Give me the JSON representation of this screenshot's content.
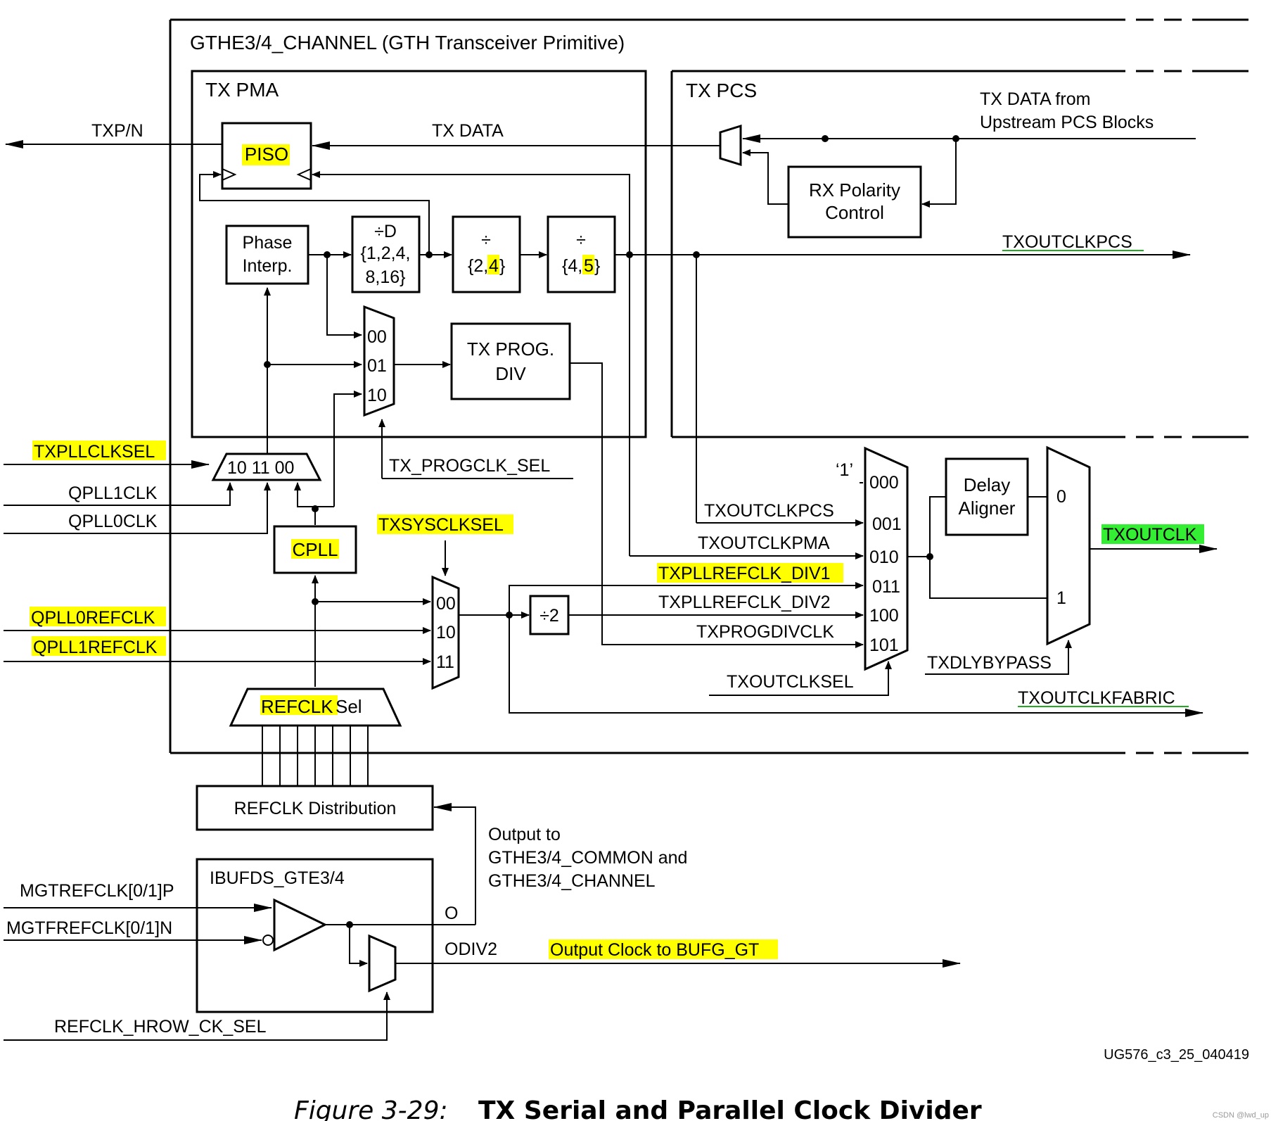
{
  "colors": {
    "line": "#000000",
    "highlight_yellow": "#ffff00",
    "highlight_green": "#33ee33",
    "underline_green": "#22aa22"
  },
  "labels": {
    "channel_title": "GTHE3/4_CHANNEL (GTH Transceiver Primitive)",
    "tx_pma": "TX PMA",
    "tx_pcs": "TX PCS",
    "txpn": "TXP/N",
    "tx_data": "TX DATA",
    "tx_data_from_1": "TX DATA from",
    "tx_data_from_2": "Upstream PCS Blocks",
    "piso": "PISO",
    "rx_polarity_1": "RX Polarity",
    "rx_polarity_2": "Control",
    "phase_interp_1": "Phase",
    "phase_interp_2": "Interp.",
    "divD_1": "÷D",
    "divD_2": "{1,2,4,",
    "divD_3": "8,16}",
    "div_sym": "÷",
    "div2_a": "{2,",
    "div2_b": "4",
    "div2_c": "}",
    "div3_a": "{4,",
    "div3_b": "5",
    "div3_c": "}",
    "txoutclkpcs_top": "TXOUTCLKPCS",
    "mux_00": "00",
    "mux_01": "01",
    "mux_10": "10",
    "mux_11": "11",
    "tx_prog_div_1": "TX PROG.",
    "tx_prog_div_2": "DIV",
    "tx_progclk_sel": "TX_PROGCLK_SEL",
    "txpllclksel": "TXPLLCLKSEL",
    "pll_mux_label": "10  11  00",
    "qpll1clk": "QPLL1CLK",
    "qpll0clk": "QPLL0CLK",
    "cpll": "CPLL",
    "txsysclksel": "TXSYSCLKSEL",
    "qpll0refclk": "QPLL0REFCLK",
    "qpll1refclk": "QPLL1REFCLK",
    "refclk_sel_a": "REFCLK",
    "refclk_sel_b": " Sel",
    "div_by2": "÷2",
    "one_const": "‘1’",
    "sel_000": "000",
    "sel_001": "001",
    "sel_010": "010",
    "sel_011": "011",
    "sel_100": "100",
    "sel_101": "101",
    "in_txoutclkpcs": "TXOUTCLKPCS",
    "in_txoutclkpma": "TXOUTCLKPMA",
    "in_txpllrefclk_div1": "TXPLLREFCLK_DIV1",
    "in_txpllrefclk_div2": "TXPLLREFCLK_DIV2",
    "in_txprogdivclk": "TXPROGDIVCLK",
    "txoutclksel": "TXOUTCLKSEL",
    "delay_aligner_1": "Delay",
    "delay_aligner_2": "Aligner",
    "mux_0": "0",
    "mux_1": "1",
    "txoutclk": "TXOUTCLK",
    "txdlybypass": "TXDLYBYPASS",
    "txoutclkfabric": "TXOUTCLKFABRIC",
    "refclk_distribution": "REFCLK Distribution",
    "output_to_1": "Output to",
    "output_to_2": "GTHE3/4_COMMON and",
    "output_to_3": "GTHE3/4_CHANNEL",
    "ibufds": "IBUFDS_GTE3/4",
    "mgtrefclk_p": "MGTREFCLK[0/1]P",
    "mgtrefclk_n": "MGTFREFCLK[0/1]N",
    "port_o": "O",
    "port_odiv2": "ODIV2",
    "output_bufg": "Output Clock to BUFG_GT",
    "refclk_hrow": "REFCLK_HROW_CK_SEL",
    "doc_id": "UG576_c3_25_040419",
    "figure_num": "Figure 3-29:",
    "figure_title": "TX Serial and Parallel Clock Divider",
    "watermark": "CSDN @lwd_up"
  }
}
